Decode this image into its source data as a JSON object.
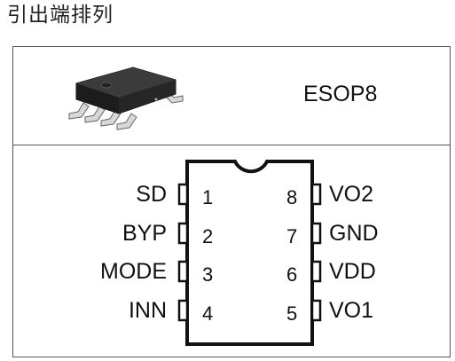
{
  "heading": "引出端排列",
  "package": {
    "name": "ESOP8"
  },
  "pins_left": [
    {
      "name": "SD",
      "number": "1"
    },
    {
      "name": "BYP",
      "number": "2"
    },
    {
      "name": "MODE",
      "number": "3"
    },
    {
      "name": "INN",
      "number": "4"
    }
  ],
  "pins_right": [
    {
      "name": "VO2",
      "number": "8"
    },
    {
      "name": "GND",
      "number": "7"
    },
    {
      "name": "VDD",
      "number": "6"
    },
    {
      "name": "VO1",
      "number": "5"
    }
  ]
}
